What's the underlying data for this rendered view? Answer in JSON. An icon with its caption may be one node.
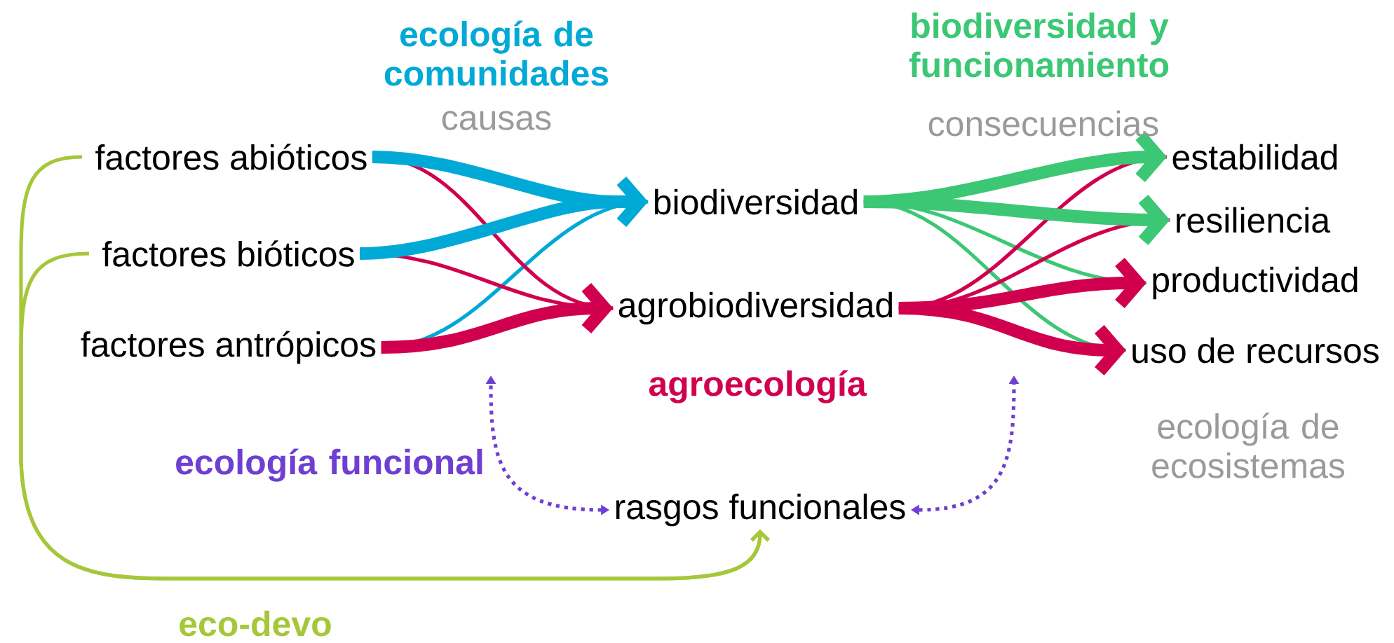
{
  "diagram": {
    "nodes": [
      {
        "text": [
          "factores abióticos"
        ]
      },
      {
        "text": [
          "factores bióticos"
        ]
      },
      {
        "text": [
          "factores antrópicos"
        ]
      },
      {
        "text": [
          "biodiversidad"
        ]
      },
      {
        "text": [
          "agrobiodiversidad"
        ]
      },
      {
        "text": [
          "estabilidad"
        ]
      },
      {
        "text": [
          "resiliencia"
        ]
      },
      {
        "text": [
          "productividad"
        ]
      },
      {
        "text": [
          "uso de recursos"
        ]
      },
      {
        "text": [
          "rasgos funcionales"
        ]
      }
    ],
    "edges": [
      {
        "from": 0,
        "to": 3,
        "arrow": "to",
        "style": "thick",
        "color": "#00a9d6"
      },
      {
        "from": 1,
        "to": 3,
        "arrow": "to",
        "style": "thick",
        "color": "#00a9d6"
      },
      {
        "from": 2,
        "to": 3,
        "arrow": "none",
        "color": "#00a9d6"
      },
      {
        "from": 0,
        "to": 4,
        "arrow": "none",
        "color": "#d1004f"
      },
      {
        "from": 1,
        "to": 4,
        "arrow": "none",
        "color": "#d1004f"
      },
      {
        "from": 2,
        "to": 4,
        "arrow": "to",
        "style": "thick",
        "color": "#d1004f"
      },
      {
        "from": 3,
        "to": 5,
        "arrow": "to",
        "style": "thick",
        "color": "#3cc775"
      },
      {
        "from": 3,
        "to": 6,
        "arrow": "to",
        "style": "thick",
        "color": "#3cc775"
      },
      {
        "from": 3,
        "to": 7,
        "arrow": "none",
        "color": "#3cc775"
      },
      {
        "from": 3,
        "to": 8,
        "arrow": "none",
        "color": "#3cc775"
      },
      {
        "from": 4,
        "to": 5,
        "arrow": "none",
        "color": "#d1004f"
      },
      {
        "from": 4,
        "to": 6,
        "arrow": "none",
        "color": "#d1004f"
      },
      {
        "from": 4,
        "to": 7,
        "arrow": "to",
        "style": "thick",
        "color": "#d1004f"
      },
      {
        "from": 4,
        "to": 8,
        "arrow": "to",
        "style": "thick",
        "color": "#d1004f"
      },
      {
        "from": 9,
        "to": null,
        "arrow": "both",
        "style": "dashed",
        "color": "#6e3fd2"
      },
      {
        "from": 9,
        "to": null,
        "arrow": "both",
        "style": "dashed",
        "color": "#6e3fd2"
      },
      {
        "from": 0,
        "to": 9,
        "arrow": "to",
        "color": "#a6c73a"
      },
      {
        "from": 1,
        "to": 9,
        "arrow": "to",
        "color": "#a6c73a"
      }
    ],
    "labels": [
      "ecología de comunidades",
      "causas",
      "biodiversidad y funcionamiento",
      "consecuencias",
      "agroecología",
      "ecología funcional",
      "ecología de ecosistemas",
      "eco-devo"
    ]
  }
}
